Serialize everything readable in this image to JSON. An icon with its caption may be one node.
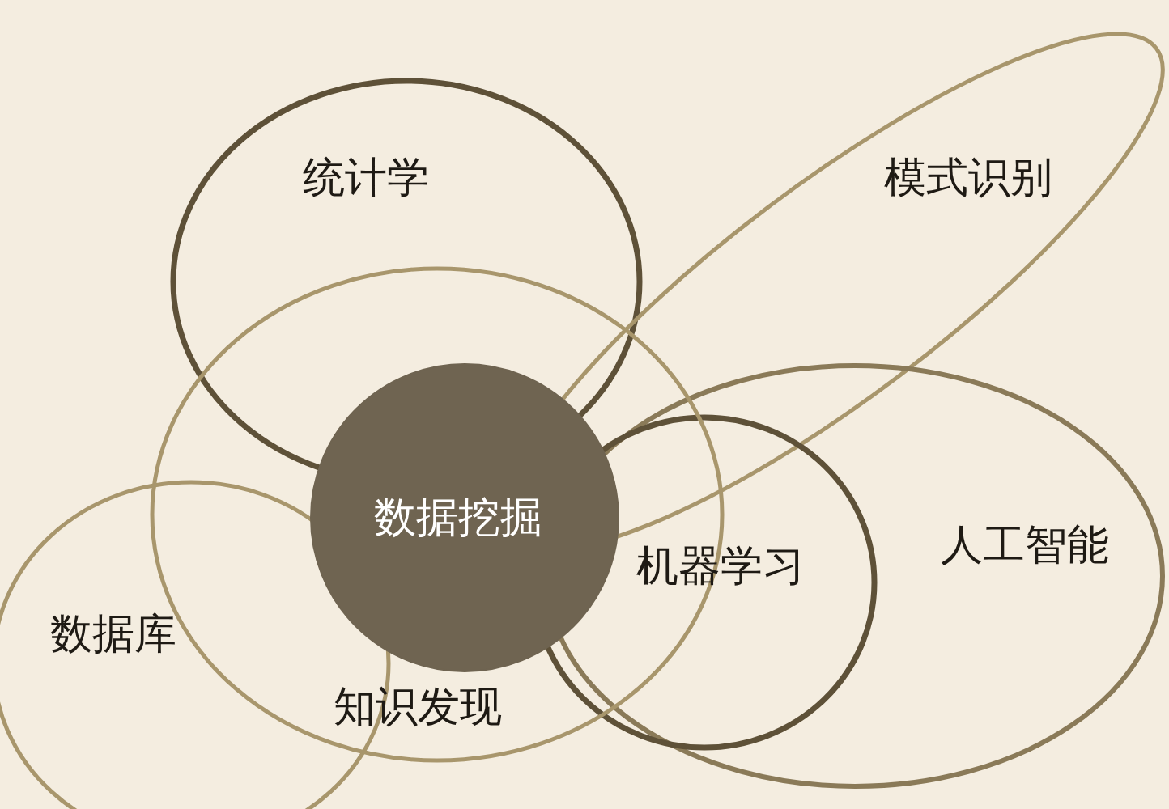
{
  "diagram": {
    "nodes": [
      {
        "text": [
          "统计学"
        ]
      },
      {
        "text": [
          "模式识别"
        ]
      },
      {
        "text": [
          "数据挖掘"
        ],
        "in": 6
      },
      {
        "text": [
          "机器学习"
        ],
        "in": 4
      },
      {
        "text": [
          "人工智能"
        ]
      },
      {
        "text": [
          "数据库"
        ]
      },
      {
        "text": [
          "知识发现"
        ]
      }
    ]
  }
}
